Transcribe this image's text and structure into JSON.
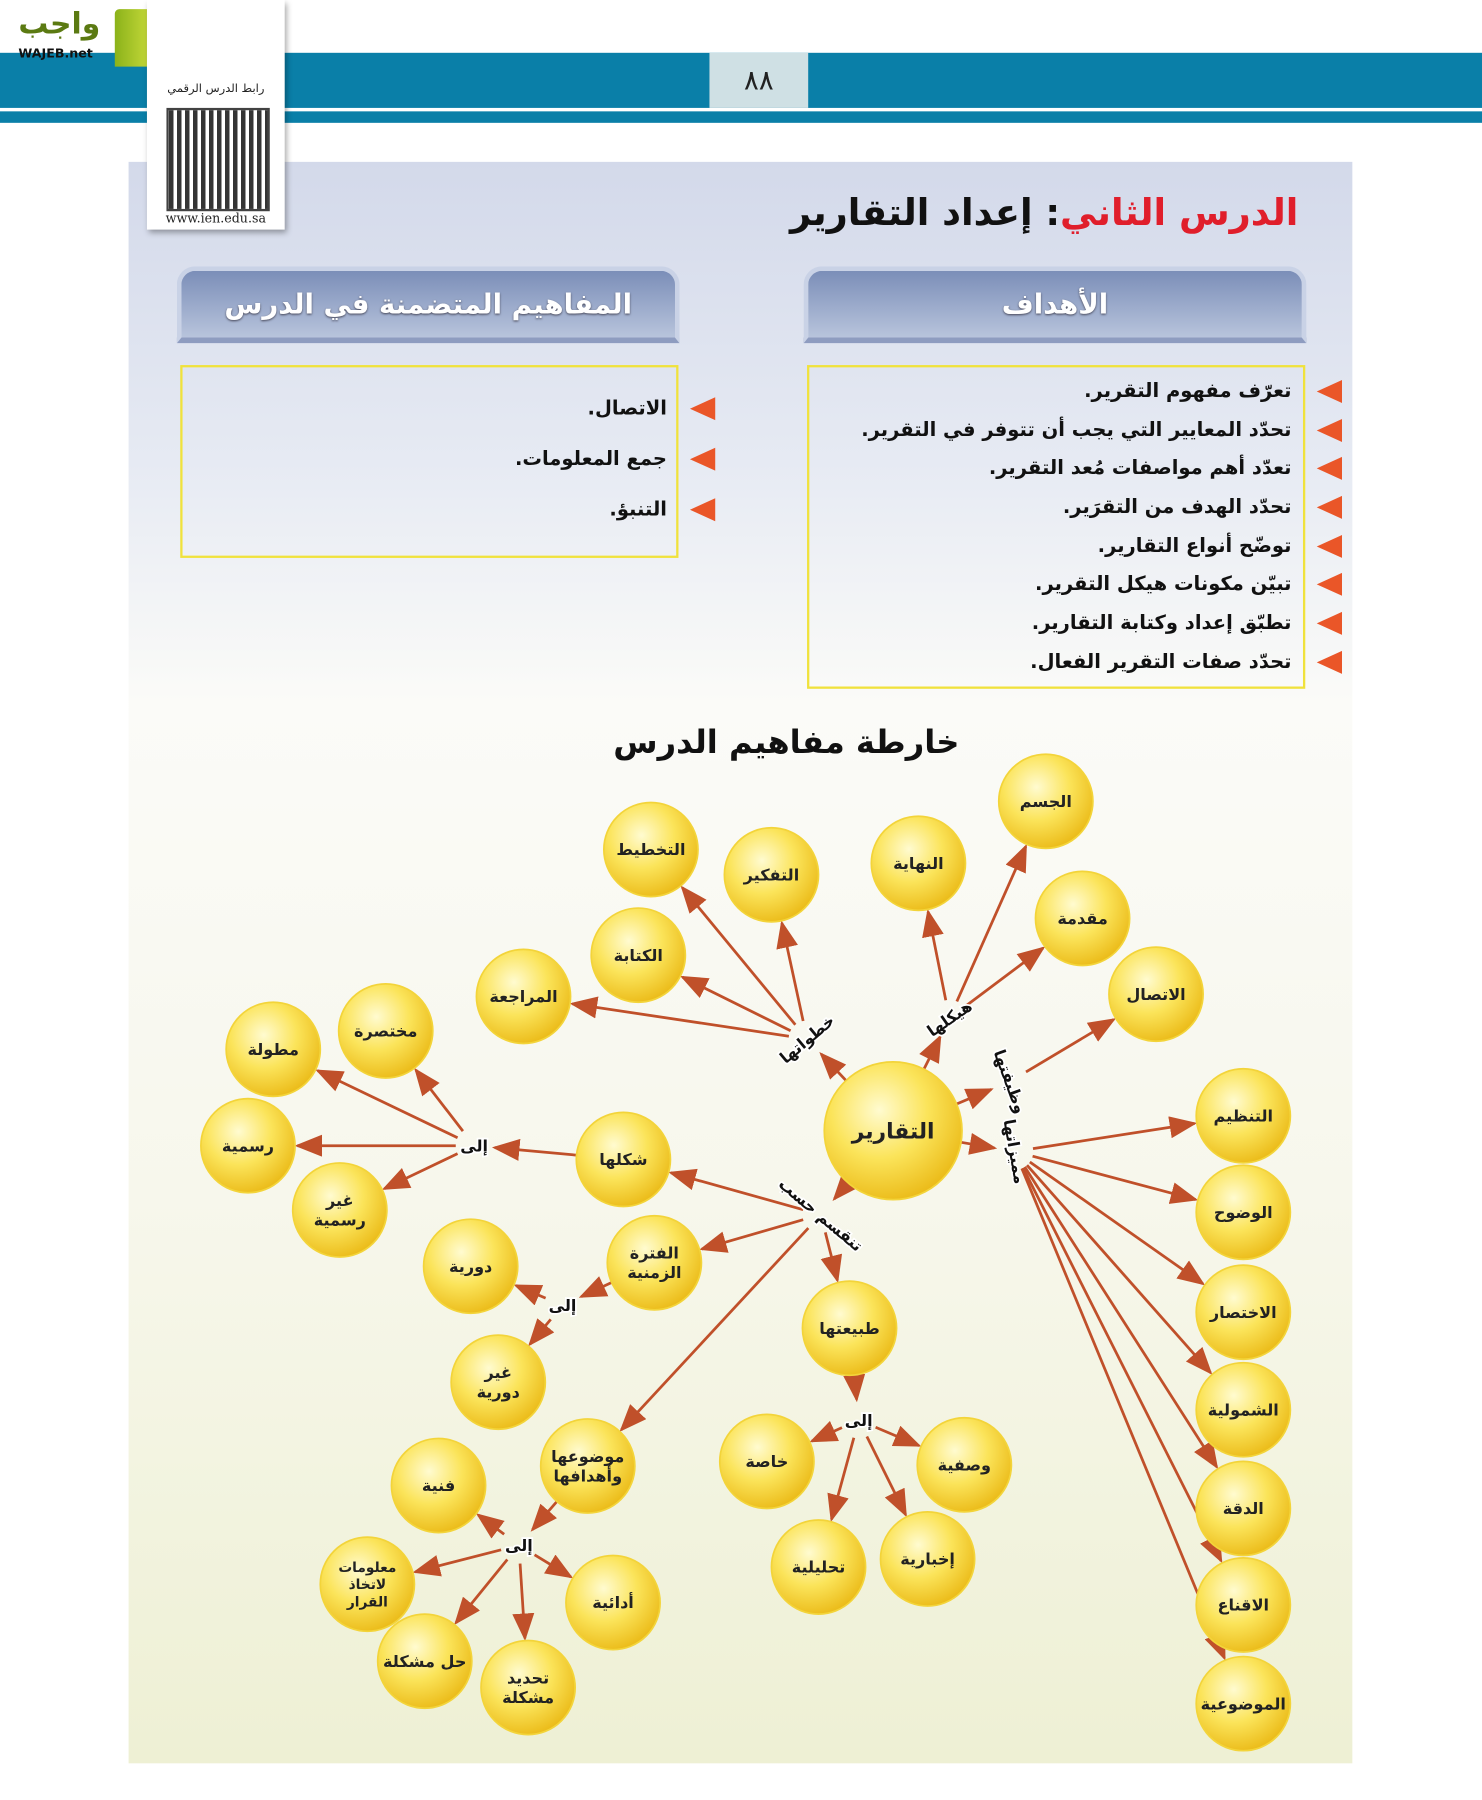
{
  "logo": {
    "arabic": "واجب",
    "latin": "WAJEB.net"
  },
  "qr": {
    "label": "رابط الدرس الرقمي",
    "url": "www.ien.edu.sa"
  },
  "page_number": "٨٨",
  "lesson": {
    "prefix": "الدرس الثاني",
    "separator": ": ",
    "title": "إعداد التقارير"
  },
  "objectives": {
    "header": "الأهداف",
    "items": [
      "تعرّف مفهوم التقرير.",
      "تحدّد المعايير التي يجب أن تتوفر في التقرير.",
      "تعدّد أهم مواصفات مُعد التقرير.",
      "تحدّد الهدف من التقرَير.",
      "توضّح أنواع التقارير.",
      "تبيّن مكونات هيكل التقرير.",
      "تطبّق إعداد وكتابة التقارير.",
      "تحدّد صفات التقرير الفعال."
    ]
  },
  "concepts": {
    "header": "المفاهيم المتضمنة في الدرس",
    "items": [
      "الاتصال.",
      "جمع المعلومات.",
      "التنبؤ."
    ]
  },
  "concept_map": {
    "title": "خارطة مفاهيم الدرس",
    "center": "التقارير",
    "link_labels": {
      "steps": "خطواتها",
      "structure": "هيكلها",
      "function": "وظيفتها",
      "features": "مميزاتها",
      "divided_by": "تنقسم حسب",
      "to": "إلى"
    },
    "nodes": {
      "body": "الجسم",
      "end": "النهاية",
      "intro": "مقدمة",
      "communication": "الاتصال",
      "thinking": "التفكير",
      "planning": "التخطيط",
      "writing": "الكتابة",
      "review": "المراجعة",
      "short": "مختصرة",
      "long": "مطولة",
      "formal": "رسمية",
      "informal": "غير رسمية",
      "form": "شكلها",
      "period": "الفترة الزمنية",
      "periodic": "دورية",
      "nonperiodic": "غير دورية",
      "nature": "طبيعتها",
      "special": "خاصة",
      "descriptive": "وصفية",
      "analytical": "تحليلية",
      "informative": "إخبارية",
      "topic": "موضوعها وأهدافها",
      "technical": "فنية",
      "decision": "معلومات لاتخاذ القرار",
      "solve": "حل مشكلة",
      "identify": "تحديد مشكلة",
      "performance": "أدائية",
      "organization": "التنظيم",
      "clarity": "الوضوح",
      "brevity": "الاختصار",
      "comprehensive": "الشمولية",
      "accuracy": "الدقة",
      "persuasion": "الاقناع",
      "objectivity": "الموضوعية"
    }
  },
  "colors": {
    "band": "#0a7fa8",
    "title_red": "#e01e2b",
    "arrow": "#c0502a",
    "bullet": "#ea5628",
    "node": "#f5cc1c",
    "box_border": "#f0e23c"
  }
}
